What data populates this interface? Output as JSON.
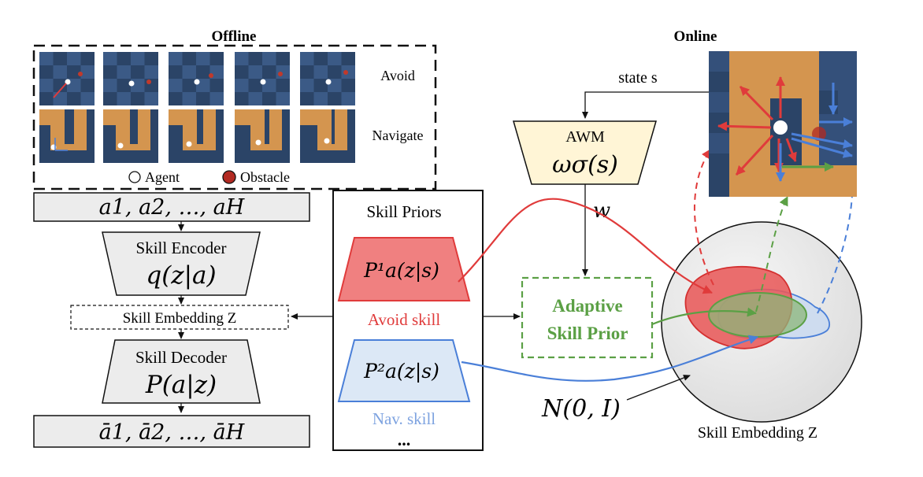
{
  "offline": {
    "title": "Offline",
    "row_labels": [
      "Avoid",
      "Navigate"
    ],
    "legend": {
      "agent": "Agent",
      "obstacle": "Obstacle"
    }
  },
  "online": {
    "title": "Online",
    "state_label": "state s"
  },
  "encoder_side": {
    "action_seq": "a1, a2, …, aH",
    "skill_encoder_title": "Skill Encoder",
    "skill_encoder_formula": "q(z|a)",
    "skill_embedding_box": "Skill Embedding Z",
    "skill_decoder_title": "Skill Decoder",
    "skill_decoder_formula": "P(a|z)",
    "reconstructed_seq": "ā1, ā2, …, āH"
  },
  "priors": {
    "title": "Skill Priors",
    "avoid_formula": "P¹a(z|s)",
    "avoid_label": "Avoid skill",
    "nav_formula": "P²a(z|s)",
    "nav_label": "Nav. skill",
    "more": "..."
  },
  "awm": {
    "title": "AWM",
    "formula": "ωσ(s)",
    "output": "w"
  },
  "adaptive": {
    "line1": "Adaptive",
    "line2": "Skill Prior"
  },
  "normal": "N(0, I)",
  "embedding_label": "Skill Embedding Z",
  "colors": {
    "avoid": "#e03b3b",
    "avoid_fill": "#f08080",
    "nav": "#4a7fd8",
    "nav_fill": "#dce8f6",
    "adaptive": "#5ba045",
    "awm_fill": "#fff5d6",
    "gray_fill": "#eeeeee",
    "floor": "#2b4467",
    "wall": "#d4954f"
  }
}
